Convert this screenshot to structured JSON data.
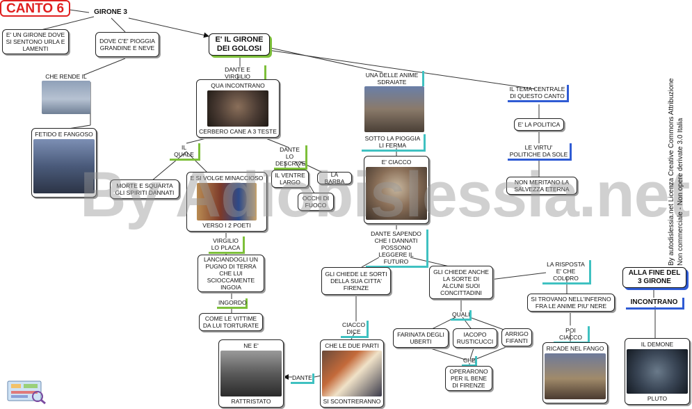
{
  "title": "CANTO 6",
  "watermark": "By Adiobislessia.net",
  "license": {
    "line1": "By autodislessia.net Licenza Creative Commons Attribuzione",
    "line2": "Non commerciale - Non opere derivate 3.0 Italia"
  },
  "nodes": {
    "girone3": "GIRONE 3",
    "urla": "E' UN GIRONE DOVE SI SENTONO URLA E LAMENTI",
    "pioggia": "DOVE C'E' PIOGGIA GRANDINE E NEVE",
    "rende": "CHE RENDE IL TERRENO",
    "fetido": "FETIDO E FANGOSO",
    "golosi": "E' IL GIRONE DEI GOLOSI",
    "dante_virgilio": "DANTE E VIRGILIO",
    "qua_incontrano": "QUA INCONTRANO",
    "cerbero": "CERBERO CANE A 3 TESTE",
    "il_quale": "IL QUALE",
    "morte": "MORTE E SQUARTA GLI SPIRITI DANNATI",
    "si_volge": "E SI VOLGE MINACCIOSO",
    "verso": "VERSO I 2 POETI",
    "virgilio_placa": "VIRGILIO LO PLACA",
    "lanciandogli": "LANCIANDOGLI UN PUGNO DI TERRA CHE LUI SCIOCCAMENTE INGOIA",
    "ingordo": "INGORDO",
    "vittime": "COME LE VITTIME DA LUI TORTURATE",
    "descrive": "DANTE LO DESCRIVE",
    "ventre": "IL VENTRE LARGO",
    "barba": "LA BARBA",
    "occhi": "OCCHI DI FUOCO",
    "una_anime": "UNA DELLE ANIME SDRAIATE",
    "sotto_pioggia": "SOTTO LA PIOGGIA LI FERMA",
    "ciacco": "E' CIACCO",
    "dante_sapendo": "DANTE SAPENDO CHE I DANNATI POSSONO LEGGERE IL FUTURO",
    "chiede_sorti": "GLI CHIEDE LE SORTI DELLA SUA CITTA' FIRENZE",
    "ciacco_dice": "CIACCO DICE",
    "due_parti": "CHE LE DUE PARTI",
    "scontreranno": "SI SCONTRERANNO",
    "ne_e": "NE E'",
    "rattristato": "RATTRISTATO",
    "dante_lbl": "DANTE",
    "chiede_anche": "GLI CHIEDE ANCHE LA SORTE DI ALCUNI SUOI CONCITTADINI",
    "quali": "QUALI",
    "farinata": "FARINATA DEGLI UBERTI",
    "iacopo": "IACOPO RUSTICUCCI",
    "arrigo": "ARRIGO FIFANTI",
    "che": "CHE",
    "operarono": "OPERARONO PER IL BENE DI FIRENZE",
    "risposta": "LA RISPOSTA E' CHE COLORO",
    "trovano": "SI TROVANO NELL'INFERNO FRA LE ANIME PIU' NERE",
    "poi_ciacco": "POI CIACCO",
    "ricade": "RICADE NEL FANGO",
    "tema": "IL TEMA CENTRALE DI QUESTO CANTO",
    "politica": "E' LA POLITICA",
    "virtu": "LE VIRTU' POLITICHE DA SOLE",
    "non_meritano": "NON MERITANO LA SALVEZZA ETERNA",
    "alla_fine": "ALLA FINE DEL 3 GIRONE",
    "incontrano": "INCONTRANO",
    "demone": "IL DEMONE",
    "pluto": "PLUTO"
  }
}
